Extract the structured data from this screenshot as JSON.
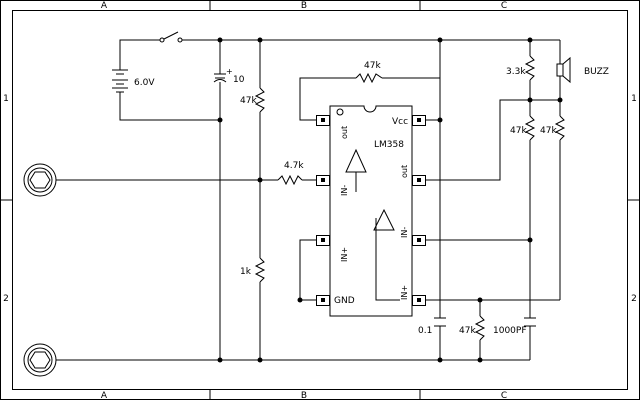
{
  "frame": {
    "col_labels": [
      "A",
      "B",
      "C"
    ],
    "row_labels": [
      "1",
      "2"
    ]
  },
  "components": {
    "battery": {
      "value": "6.0V"
    },
    "cap_power": {
      "value": "10",
      "polarity": "+"
    },
    "r_bias_top": {
      "value": "47k"
    },
    "r_bias_bottom": {
      "value": "1k"
    },
    "r_input": {
      "value": "4.7k"
    },
    "r_feedback": {
      "value": "47k"
    },
    "r_buzz_series": {
      "value": "3.3k"
    },
    "r_div_left": {
      "value": "47k"
    },
    "r_div_right": {
      "value": "47k"
    },
    "r_lower": {
      "value": "47k"
    },
    "cap_vcc": {
      "value": "0.1"
    },
    "cap_osc": {
      "value": "1000PF"
    },
    "buzzer": {
      "label": "BUZZ"
    }
  },
  "ic": {
    "name": "LM358",
    "pins": {
      "vcc": "Vcc",
      "gnd": "GND",
      "out1": "out",
      "in1_neg": "IN-",
      "in1_pos": "IN+",
      "out2": "out",
      "in2_neg": "IN-",
      "in2_pos": "IN+"
    }
  }
}
